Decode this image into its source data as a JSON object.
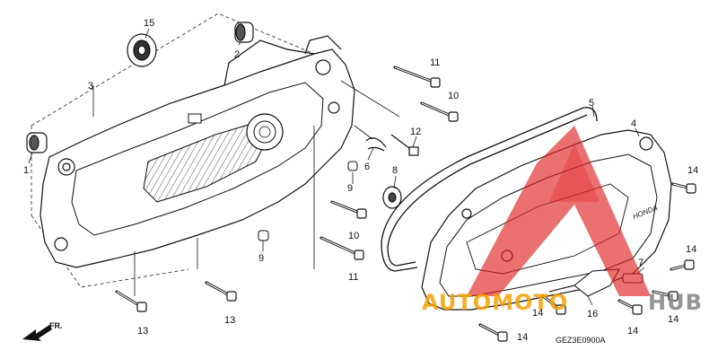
{
  "diagram": {
    "code": "GEZ3E0900A",
    "direction_label": "FR.",
    "brand_mark": "HONDA",
    "callouts": [
      "1",
      "2",
      "3",
      "4",
      "5",
      "6",
      "7",
      "8",
      "9",
      "9",
      "10",
      "10",
      "11",
      "11",
      "12",
      "13",
      "13",
      "14",
      "14",
      "14",
      "14",
      "14",
      "14",
      "15",
      "16"
    ]
  },
  "watermark": {
    "text_orange": "AUTOMOTO",
    "text_gray": "HUB",
    "colors": {
      "red": "#e02020",
      "orange": "#f5a000",
      "gray": "#8a8a8a"
    }
  }
}
